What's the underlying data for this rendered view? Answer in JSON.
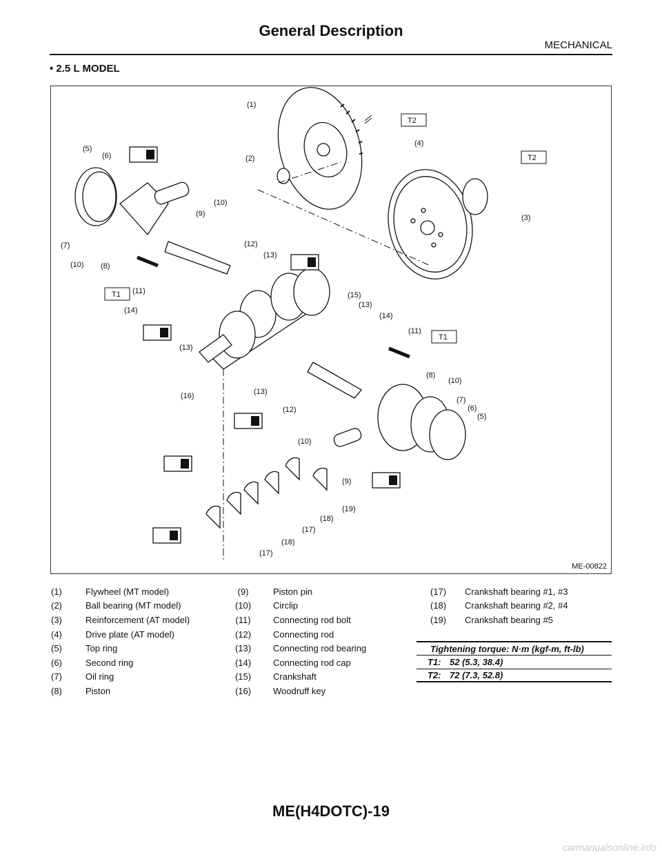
{
  "header": {
    "title": "General Description",
    "section": "MECHANICAL"
  },
  "subhead": "• 2.5 L MODEL",
  "figure": {
    "id": "ME-00822",
    "callouts": [
      "(1)",
      "(2)",
      "(3)",
      "(4)",
      "(5)",
      "(6)",
      "(7)",
      "(8)",
      "(9)",
      "(10)",
      "(11)",
      "(12)",
      "(13)",
      "(14)",
      "(15)",
      "(16)",
      "(17)",
      "(18)",
      "(19)"
    ],
    "torque_tags": [
      "T1",
      "T2"
    ]
  },
  "legend": {
    "col1": [
      {
        "num": "(1)",
        "name": "Flywheel (MT model)"
      },
      {
        "num": "(2)",
        "name": "Ball bearing (MT model)"
      },
      {
        "num": "(3)",
        "name": "Reinforcement (AT model)"
      },
      {
        "num": "(4)",
        "name": "Drive plate (AT model)"
      },
      {
        "num": "(5)",
        "name": "Top ring"
      },
      {
        "num": "(6)",
        "name": "Second ring"
      },
      {
        "num": "(7)",
        "name": "Oil ring"
      },
      {
        "num": "(8)",
        "name": "Piston"
      }
    ],
    "col2": [
      {
        "num": "(9)",
        "name": "Piston pin"
      },
      {
        "num": "(10)",
        "name": "Circlip"
      },
      {
        "num": "(11)",
        "name": "Connecting rod bolt"
      },
      {
        "num": "(12)",
        "name": "Connecting rod"
      },
      {
        "num": "(13)",
        "name": "Connecting rod bearing"
      },
      {
        "num": "(14)",
        "name": "Connecting rod cap"
      },
      {
        "num": "(15)",
        "name": "Crankshaft"
      },
      {
        "num": "(16)",
        "name": "Woodruff key"
      }
    ],
    "col3": [
      {
        "num": "(17)",
        "name": "Crankshaft bearing #1, #3"
      },
      {
        "num": "(18)",
        "name": "Crankshaft bearing #2, #4"
      },
      {
        "num": "(19)",
        "name": "Crankshaft bearing #5"
      }
    ]
  },
  "torque": {
    "heading": "Tightening torque: N·m (kgf-m, ft-lb)",
    "rows": [
      {
        "key": "T1:",
        "value": "52 (5.3, 38.4)"
      },
      {
        "key": "T2:",
        "value": "72 (7.3, 52.8)"
      }
    ]
  },
  "footer": {
    "page": "ME(H4DOTC)-19"
  },
  "watermark": "carmanualsonline.info"
}
